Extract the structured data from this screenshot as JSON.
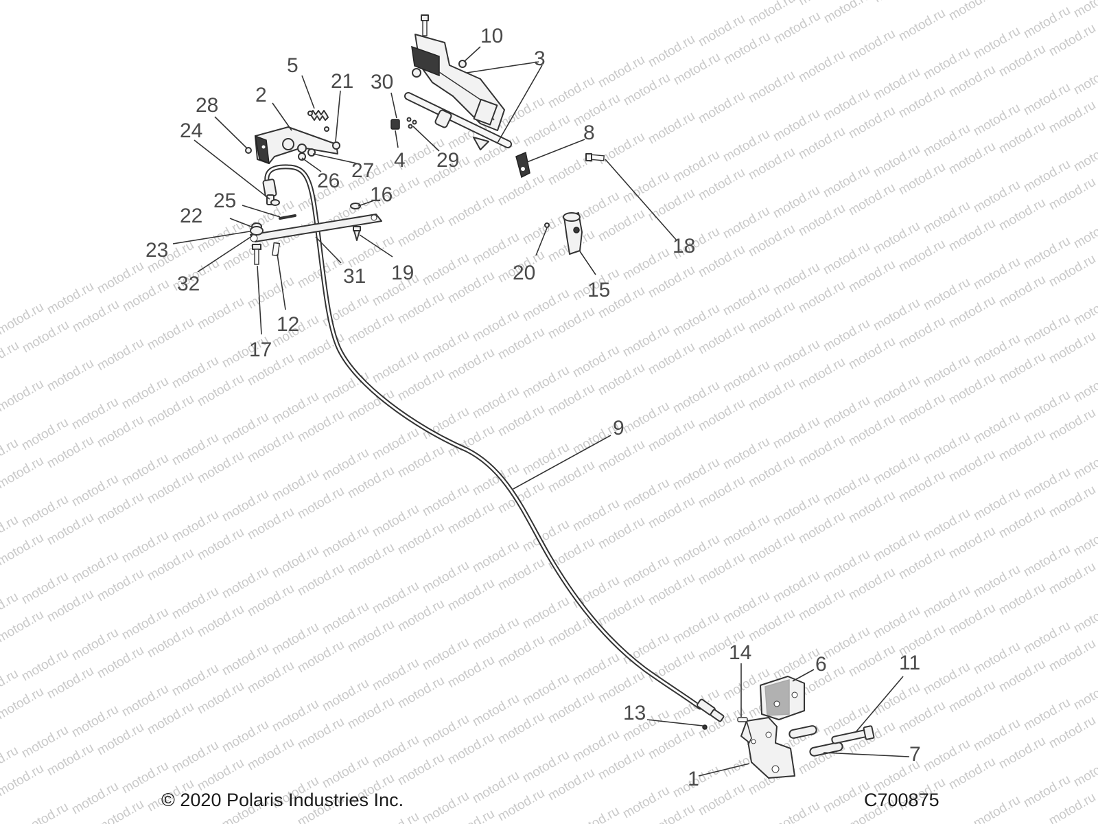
{
  "diagram": {
    "figure_id": "C700875",
    "copyright": "© 2020 Polaris Industries Inc.",
    "watermark_text": "motod.ru",
    "callouts": [
      {
        "id": "1",
        "label": "1"
      },
      {
        "id": "2",
        "label": "2"
      },
      {
        "id": "3",
        "label": "3"
      },
      {
        "id": "4",
        "label": "4"
      },
      {
        "id": "5",
        "label": "5"
      },
      {
        "id": "6",
        "label": "6"
      },
      {
        "id": "7",
        "label": "7"
      },
      {
        "id": "8",
        "label": "8"
      },
      {
        "id": "9",
        "label": "9"
      },
      {
        "id": "10",
        "label": "10"
      },
      {
        "id": "11",
        "label": "11"
      },
      {
        "id": "12",
        "label": "12"
      },
      {
        "id": "13",
        "label": "13"
      },
      {
        "id": "14",
        "label": "14"
      },
      {
        "id": "15",
        "label": "15"
      },
      {
        "id": "16",
        "label": "16"
      },
      {
        "id": "17",
        "label": "17"
      },
      {
        "id": "18",
        "label": "18"
      },
      {
        "id": "19",
        "label": "19"
      },
      {
        "id": "20",
        "label": "20"
      },
      {
        "id": "21",
        "label": "21"
      },
      {
        "id": "22",
        "label": "22"
      },
      {
        "id": "23",
        "label": "23"
      },
      {
        "id": "24",
        "label": "24"
      },
      {
        "id": "25",
        "label": "25"
      },
      {
        "id": "26",
        "label": "26"
      },
      {
        "id": "27",
        "label": "27"
      },
      {
        "id": "28",
        "label": "28"
      },
      {
        "id": "29",
        "label": "29"
      },
      {
        "id": "30",
        "label": "30"
      },
      {
        "id": "31",
        "label": "31"
      },
      {
        "id": "32",
        "label": "32"
      }
    ]
  }
}
